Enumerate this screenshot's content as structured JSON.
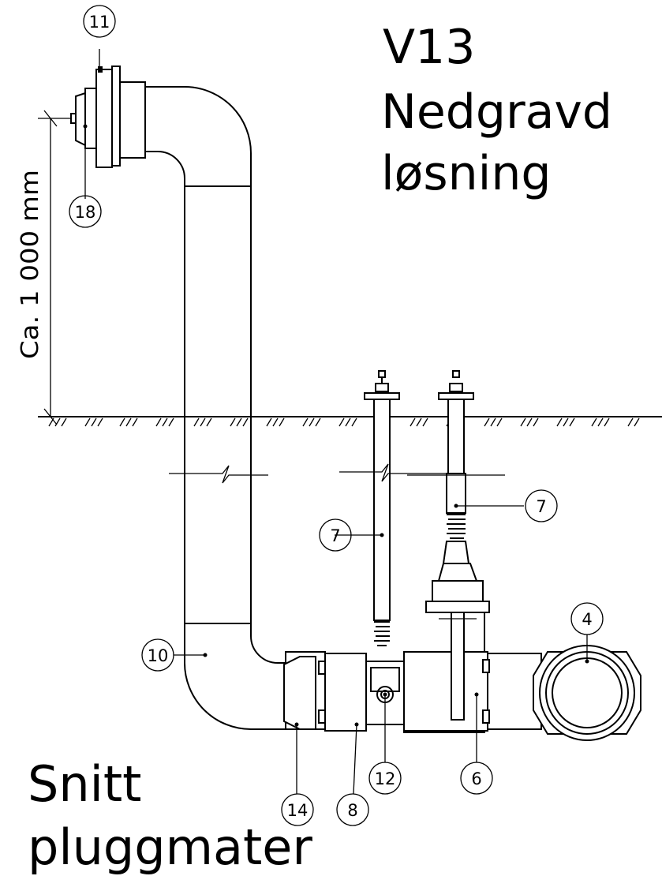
{
  "title": {
    "line1": "V13",
    "line2": "Nedgravd",
    "line3": "løsning"
  },
  "caption": {
    "line1": "Snitt",
    "line2": "pluggmater"
  },
  "dimension": {
    "label": "Ca. 1 000 mm"
  },
  "balloons": {
    "b11": "11",
    "b18": "18",
    "b7a": "7",
    "b7b": "7",
    "b4": "4",
    "b10": "10",
    "b14": "14",
    "b8": "8",
    "b12": "12",
    "b6": "6"
  }
}
